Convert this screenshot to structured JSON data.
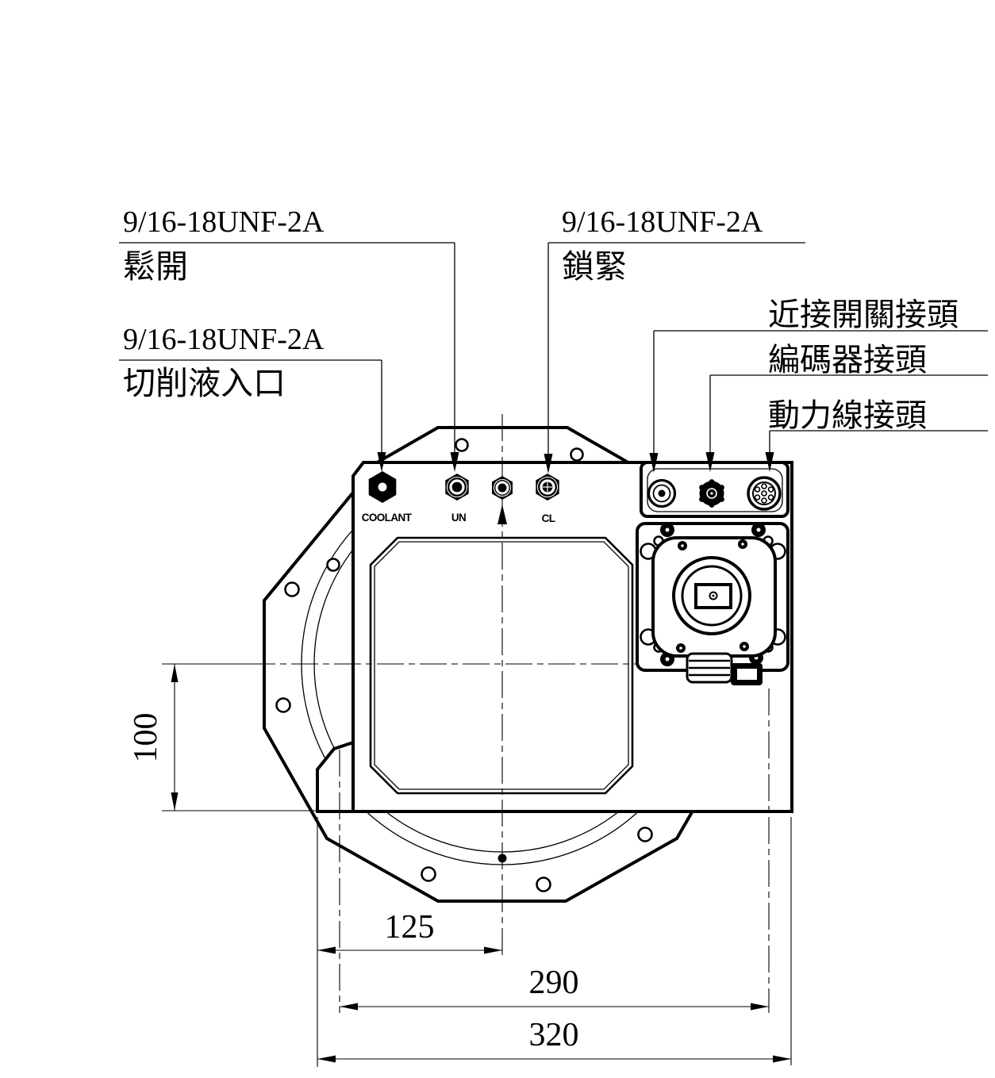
{
  "drawing": {
    "background_color": "#ffffff",
    "line_color": "#000000",
    "leader_labels": {
      "unclamp_thread": {
        "line1": "9/16-18UNF-2A",
        "line2": "鬆開"
      },
      "coolant_thread": {
        "line1": "9/16-18UNF-2A",
        "line2": "切削液入口"
      },
      "clamp_thread": {
        "line1": "9/16-18UNF-2A",
        "line2": "鎖緊"
      },
      "proximity_connector": "近接開關接頭",
      "encoder_connector": "編碼器接頭",
      "power_connector": "動力線接頭"
    },
    "port_labels": {
      "coolant": "COOLANT",
      "unclamp": "UN",
      "clamp": "CL"
    },
    "dimensions": {
      "total_width": "320",
      "flange_width": "290",
      "center_offset": "125",
      "vertical_offset": "100"
    }
  }
}
